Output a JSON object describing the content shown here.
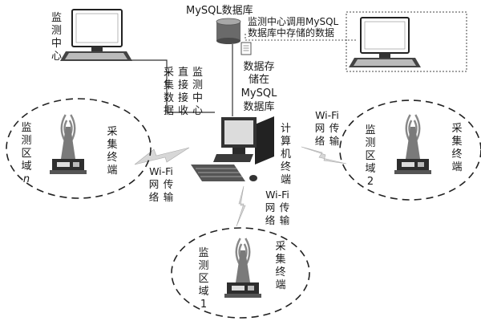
{
  "db": {
    "label": "MySQL数据库"
  },
  "monitor_left": {
    "label": "监测中心"
  },
  "remote_access": {
    "line1": "监测中心调用MySQL",
    "line2": "数据库中存储的数据"
  },
  "direct_receive": {
    "label": "监测中心直接接收采集数据"
  },
  "store": {
    "label": "数据存储在MySQL数据库"
  },
  "computer_terminal": {
    "label": "计算机终端"
  },
  "wifi": {
    "label": "Wi-Fi网络传输"
  },
  "regions": [
    {
      "label": "监测区域",
      "id": "n",
      "collector": "采集终端"
    },
    {
      "label": "监测区域",
      "id": "2",
      "collector": "采集终端"
    },
    {
      "label": "监测区域",
      "id": "1",
      "collector": "采集终端"
    }
  ],
  "colors": {
    "line": "#1a1a1a",
    "dark": "#333333",
    "mid": "#8a8a8a",
    "light": "#d9d9d9"
  }
}
